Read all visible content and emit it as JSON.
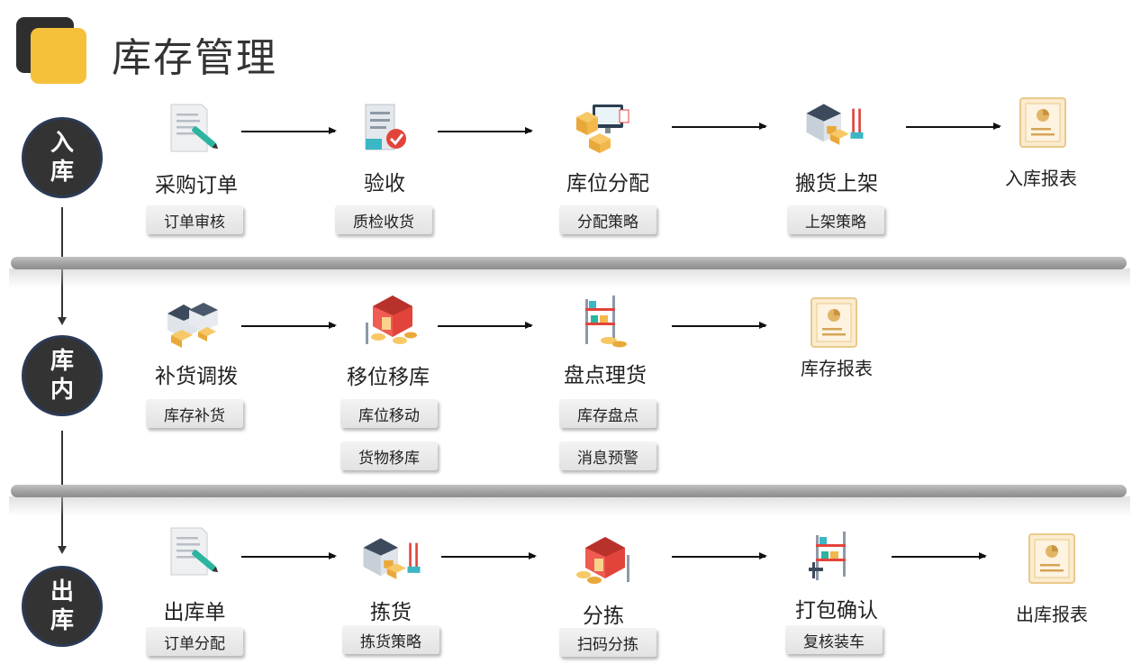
{
  "title": "库存管理",
  "phases": {
    "inbound": {
      "line1": "入",
      "line2": "库"
    },
    "internal": {
      "line1": "库",
      "line2": "内"
    },
    "outbound": {
      "line1": "出",
      "line2": "库"
    }
  },
  "inbound": {
    "steps": [
      {
        "label": "采购订单",
        "tags": [
          "订单审核"
        ],
        "icon": "document-pen-icon"
      },
      {
        "label": "验收",
        "tags": [
          "质检收货"
        ],
        "icon": "document-check-icon"
      },
      {
        "label": "库位分配",
        "tags": [
          "分配策略"
        ],
        "icon": "monitor-boxes-icon"
      },
      {
        "label": "搬货上架",
        "tags": [
          "上架策略"
        ],
        "icon": "warehouse-forklift-icon"
      }
    ],
    "report": {
      "label": "入库报表",
      "icon": "report-icon"
    }
  },
  "internal": {
    "steps": [
      {
        "label": "补货调拨",
        "tags": [
          "库存补货"
        ],
        "icon": "warehouse-transfer-icon"
      },
      {
        "label": "移位移库",
        "tags": [
          "库位移动",
          "货物移库"
        ],
        "icon": "warehouse-red-icon"
      },
      {
        "label": "盘点理货",
        "tags": [
          "库存盘点",
          "消息预警"
        ],
        "icon": "shelf-rack-icon"
      }
    ],
    "report": {
      "label": "库存报表",
      "icon": "report-icon"
    }
  },
  "outbound": {
    "steps": [
      {
        "label": "出库单",
        "tags": [
          "订单分配"
        ],
        "icon": "document-pen-icon"
      },
      {
        "label": "拣货",
        "tags": [
          "拣货策略"
        ],
        "icon": "warehouse-forklift-icon"
      },
      {
        "label": "分拣",
        "tags": [
          "扫码分拣"
        ],
        "icon": "warehouse-red-icon"
      },
      {
        "label": "打包确认",
        "tags": [
          "复核装车"
        ],
        "icon": "shelf-rack-icon"
      }
    ],
    "report": {
      "label": "出库报表",
      "icon": "report-icon"
    }
  },
  "colors": {
    "accent": "#f5c03b",
    "dark": "#333333",
    "divider": "#a8a8a8"
  }
}
